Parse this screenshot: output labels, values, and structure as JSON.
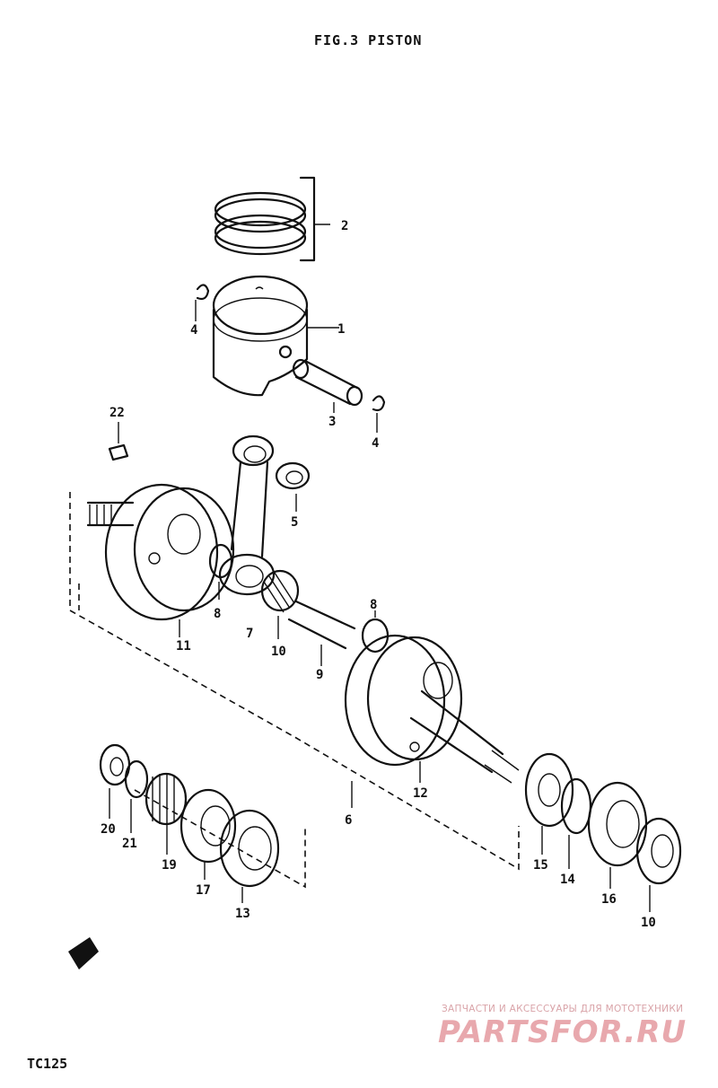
{
  "header": {
    "title": "FIG.3  PISTON"
  },
  "footer": {
    "model": "TC125"
  },
  "watermark": {
    "caption": "ЗАПЧАСТИ И АКСЕССУАРЫ ДЛЯ МОТОТЕХНИКИ",
    "logo": "PARTSFOR.RU",
    "color": "#e8a8ad"
  },
  "callouts": {
    "c1": "1",
    "c2": "2",
    "c3": "3",
    "c4a": "4",
    "c4b": "4",
    "c5": "5",
    "c6": "6",
    "c7": "7",
    "c8a": "8",
    "c8b": "8",
    "c9": "9",
    "c10a": "10",
    "c10b": "10",
    "c11": "11",
    "c12": "12",
    "c13": "13",
    "c14": "14",
    "c15": "15",
    "c16": "16",
    "c17": "17",
    "c19": "19",
    "c20": "20",
    "c21": "21",
    "c22": "22"
  }
}
